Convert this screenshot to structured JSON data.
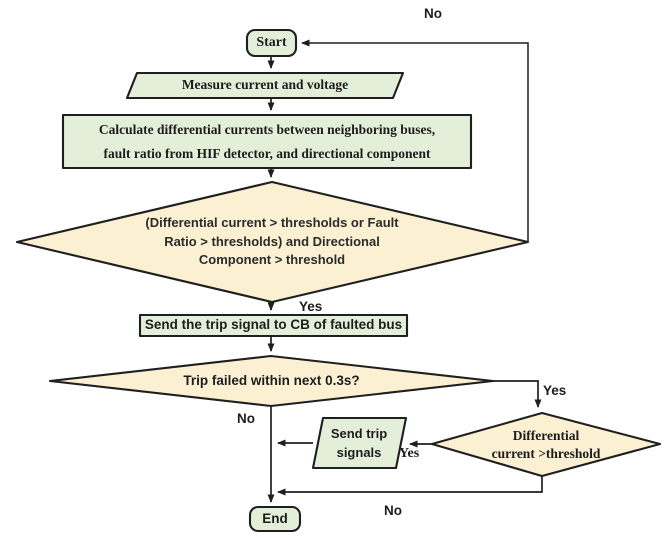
{
  "palette": {
    "shape_green": "#e4efda",
    "shape_cream": "#fbf0d2",
    "stroke": "#1f1f1f",
    "text": "#1d1d1d"
  },
  "nodes": {
    "start": {
      "label": "Start"
    },
    "measure": {
      "label": "Measure current and voltage"
    },
    "calculate": {
      "lines": [
        "Calculate differential currents between neighboring buses,",
        "fault ratio from HIF detector, and directional component"
      ]
    },
    "decision_main": {
      "lines": [
        "(Differential current > thresholds or Fault",
        "Ratio > thresholds) and Directional",
        "Component > threshold"
      ]
    },
    "trip_signal": {
      "label": "Send the trip signal to CB of faulted bus"
    },
    "decision_trip_failed": {
      "label": "Trip failed within next 0.3s?"
    },
    "send_trip": {
      "lines": [
        "Send trip",
        "signals"
      ]
    },
    "decision_differential": {
      "lines": [
        "Differential",
        "current >threshold"
      ]
    },
    "end": {
      "label": "End"
    }
  },
  "edge_labels": {
    "no_top": "No",
    "yes_main": "Yes",
    "no_trip": "No",
    "yes_trip": "Yes",
    "yes_diff": "Yes",
    "no_diff": "No"
  }
}
